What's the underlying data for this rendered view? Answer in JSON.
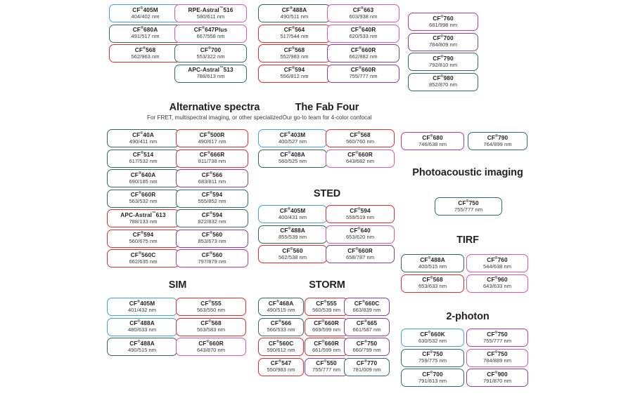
{
  "colors": {
    "blue": "#3fa4de",
    "green": "#2d6b52",
    "red": "#e32b2b",
    "pink": "#e8539e",
    "magenta": "#c0389b",
    "purple": "#8a3d9e",
    "teal": "#2f6b6b",
    "slate": "#4a5a7a",
    "text": "#231f20"
  },
  "sections": [
    {
      "id": "top-col-1",
      "title": "",
      "subtitle": "",
      "chips": [
        {
          "name": "CF",
          "reg": "®",
          "suffix": "405M",
          "spec": "404/402 nm",
          "color": "blue"
        },
        {
          "name": "CF",
          "reg": "®",
          "suffix": "680A",
          "spec": "491/517 nm",
          "color": "green"
        },
        {
          "name": "CF",
          "reg": "®",
          "suffix": "568",
          "spec": "562/963 nm",
          "color": "red"
        }
      ]
    },
    {
      "id": "top-col-2",
      "chips": [
        {
          "name": "RPE-Astral",
          "reg": "™",
          "suffix": "516",
          "spec": "580/611 nm",
          "color": "pink"
        },
        {
          "name": "CF",
          "reg": "®",
          "suffix": "647Plus",
          "spec": "667/558 nm",
          "color": "pink"
        },
        {
          "name": "CF",
          "reg": "®",
          "suffix": "700",
          "spec": "553/322 nm",
          "color": "teal"
        },
        {
          "name": "APC-Astral",
          "reg": "™",
          "suffix": "513",
          "spec": "788/613 nm",
          "color": "teal"
        }
      ]
    },
    {
      "id": "top-col-3",
      "chips": [
        {
          "name": "CF",
          "reg": "®",
          "suffix": "488A",
          "spec": "490/511 nm",
          "color": "green"
        },
        {
          "name": "CF",
          "reg": "®",
          "suffix": "564",
          "spec": "517/544 nm",
          "color": "red"
        },
        {
          "name": "CF",
          "reg": "®",
          "suffix": "568",
          "spec": "552/983 nm",
          "color": "red"
        },
        {
          "name": "CF",
          "reg": "®",
          "suffix": "594",
          "spec": "556/812 nm",
          "color": "red"
        }
      ]
    },
    {
      "id": "top-col-4",
      "chips": [
        {
          "name": "CF",
          "reg": "®",
          "suffix": "663",
          "spec": "603/938 nm",
          "color": "pink"
        },
        {
          "name": "CF",
          "reg": "®",
          "suffix": "640R",
          "spec": "620/533 nm",
          "color": "pink"
        },
        {
          "name": "CF",
          "reg": "®",
          "suffix": "660R",
          "spec": "662/882 nm",
          "color": "purple"
        },
        {
          "name": "CF",
          "reg": "®",
          "suffix": "660R",
          "spec": "755/777 nm",
          "color": "purple"
        }
      ]
    },
    {
      "id": "top-col-5",
      "chips": [
        {
          "name": "CF",
          "reg": "®",
          "suffix": "760",
          "spec": "681/998 nm",
          "color": "magenta"
        },
        {
          "name": "CF",
          "reg": "®",
          "suffix": "700",
          "spec": "784/809 nm",
          "color": "purple"
        },
        {
          "name": "CF",
          "reg": "®",
          "suffix": "790",
          "spec": "792/810 nm",
          "color": "teal"
        },
        {
          "name": "CF",
          "reg": "®",
          "suffix": "980",
          "spec": "852/870 nm",
          "color": "teal"
        }
      ]
    },
    {
      "id": "alternative-spectra",
      "title": "Alternative spectra",
      "subtitle": "For FRET, multispectral imaging, or other specialized",
      "chips_left": [
        {
          "name": "CF",
          "reg": "®",
          "suffix": "40A",
          "spec": "490/411 nm",
          "color": "green"
        },
        {
          "name": "CF",
          "reg": "®",
          "suffix": "514",
          "spec": "617/532 nm",
          "color": "green"
        },
        {
          "name": "CF",
          "reg": "®",
          "suffix": "640A",
          "spec": "690/185 nm",
          "color": "green"
        },
        {
          "name": "CF",
          "reg": "®",
          "suffix": "660R",
          "spec": "563/532 nm",
          "color": "green"
        },
        {
          "name": "APC-Astral",
          "reg": "™",
          "suffix": "613",
          "spec": "788/133 nm",
          "color": "red"
        },
        {
          "name": "CF",
          "reg": "®",
          "suffix": "594",
          "spec": "560/675 nm",
          "color": "red"
        },
        {
          "name": "CF",
          "reg": "®",
          "suffix": "560C",
          "spec": "662/635 nm",
          "color": "red"
        }
      ],
      "chips_right": [
        {
          "name": "CF",
          "reg": "®",
          "suffix": "500R",
          "spec": "490/617 nm",
          "color": "red"
        },
        {
          "name": "CF",
          "reg": "®",
          "suffix": "666R",
          "spec": "811/738 nm",
          "color": "red"
        },
        {
          "name": "CF",
          "reg": "®",
          "suffix": "566",
          "spec": "683/811 nm",
          "color": "purple"
        },
        {
          "name": "CF",
          "reg": "®",
          "suffix": "594",
          "spec": "555/852 nm",
          "color": "teal"
        },
        {
          "name": "CF",
          "reg": "®",
          "suffix": "594",
          "spec": "822/832 nm",
          "color": "teal"
        },
        {
          "name": "CF",
          "reg": "®",
          "suffix": "560",
          "spec": "853/673 nm",
          "color": "purple"
        },
        {
          "name": "CF",
          "reg": "®",
          "suffix": "560",
          "spec": "797/879 nm",
          "color": "magenta"
        }
      ]
    },
    {
      "id": "fab-four",
      "title": "The Fab Four",
      "subtitle": "Our go-to team for 4-color confocal",
      "chips_left": [
        {
          "name": "CF",
          "reg": "®",
          "suffix": "403M",
          "spec": "400/527 nm",
          "color": "blue"
        },
        {
          "name": "CF",
          "reg": "®",
          "suffix": "408A",
          "spec": "560/525 nm",
          "color": "green"
        }
      ],
      "chips_right": [
        {
          "name": "CF",
          "reg": "®",
          "suffix": "568",
          "spec": "560/760 nm",
          "color": "red"
        },
        {
          "name": "CF",
          "reg": "®",
          "suffix": "660R",
          "spec": "643/682 nm",
          "color": "pink"
        }
      ]
    },
    {
      "id": "sted",
      "title": "STED",
      "subtitle": "",
      "chips_left": [
        {
          "name": "CF",
          "reg": "®",
          "suffix": "405M",
          "spec": "400/431 nm",
          "color": "blue"
        },
        {
          "name": "CF",
          "reg": "®",
          "suffix": "488A",
          "spec": "855/539 nm",
          "color": "green"
        },
        {
          "name": "CF",
          "reg": "®",
          "suffix": "560",
          "spec": "562/538 nm",
          "color": "red"
        }
      ],
      "chips_right": [
        {
          "name": "CF",
          "reg": "®",
          "suffix": "594",
          "spec": "559/519 nm",
          "color": "red"
        },
        {
          "name": "CF",
          "reg": "®",
          "suffix": "640",
          "spec": "653/620 nm",
          "color": "pink"
        },
        {
          "name": "CF",
          "reg": "®",
          "suffix": "660R",
          "spec": "658/787 nm",
          "color": "purple"
        }
      ]
    },
    {
      "id": "sim",
      "title": "SIM",
      "subtitle": "",
      "chips_left": [
        {
          "name": "CF",
          "reg": "®",
          "suffix": "405M",
          "spec": "401/432 nm",
          "color": "blue"
        },
        {
          "name": "CF",
          "reg": "®",
          "suffix": "488A",
          "spec": "480/633 nm",
          "color": "blue"
        },
        {
          "name": "CF",
          "reg": "®",
          "suffix": "488A",
          "spec": "490/515 nm",
          "color": "green"
        }
      ],
      "chips_right": [
        {
          "name": "CF",
          "reg": "®",
          "suffix": "555",
          "spec": "563/550 nm",
          "color": "red"
        },
        {
          "name": "CF",
          "reg": "®",
          "suffix": "568",
          "spec": "563/583 nm",
          "color": "red"
        },
        {
          "name": "CF",
          "reg": "®",
          "suffix": "660R",
          "spec": "643/870 nm",
          "color": "pink"
        }
      ]
    },
    {
      "id": "storm",
      "title": "STORM",
      "subtitle": "",
      "chips_c1": [
        {
          "name": "CF",
          "reg": "®",
          "suffix": "468A",
          "spec": "490/515 nm",
          "color": "green"
        },
        {
          "name": "CF",
          "reg": "®",
          "suffix": "566",
          "spec": "566/533 nm",
          "color": "teal"
        },
        {
          "name": "CF",
          "reg": "®",
          "suffix": "560C",
          "spec": "590/612 nm",
          "color": "red"
        },
        {
          "name": "CF",
          "reg": "®",
          "suffix": "547",
          "spec": "550/983 nm",
          "color": "red"
        }
      ],
      "chips_c2": [
        {
          "name": "CF",
          "reg": "®",
          "suffix": "555",
          "spec": "560/539 nm",
          "color": "red"
        },
        {
          "name": "CF",
          "reg": "®",
          "suffix": "660R",
          "spec": "669/599 nm",
          "color": "red"
        },
        {
          "name": "CF",
          "reg": "®",
          "suffix": "660R",
          "spec": "661/599 nm",
          "color": "red"
        },
        {
          "name": "CF",
          "reg": "®",
          "suffix": "550",
          "spec": "755/777 nm",
          "color": "purple"
        }
      ],
      "chips_c3": [
        {
          "name": "CF",
          "reg": "®",
          "suffix": "660C",
          "spec": "663/839 nm",
          "color": "purple"
        },
        {
          "name": "CF",
          "reg": "®",
          "suffix": "665",
          "spec": "661/587 nm",
          "color": "purple"
        },
        {
          "name": "CF",
          "reg": "®",
          "suffix": "750",
          "spec": "660/799 nm",
          "color": "purple"
        },
        {
          "name": "CF",
          "reg": "®",
          "suffix": "770",
          "spec": "781/009 nm",
          "color": "teal"
        }
      ]
    },
    {
      "id": "pair-680-790",
      "chips": [
        {
          "name": "CF",
          "reg": "®",
          "suffix": "680",
          "spec": "746/638 nm",
          "color": "magenta"
        },
        {
          "name": "CF",
          "reg": "®",
          "suffix": "790",
          "spec": "764/899 nm",
          "color": "teal"
        }
      ]
    },
    {
      "id": "photoacoustic",
      "title": "Photoacoustic imaging",
      "subtitle": "",
      "chips": [
        {
          "name": "CF",
          "reg": "®",
          "suffix": "750",
          "spec": "755/777 nm",
          "color": "teal"
        }
      ]
    },
    {
      "id": "tirf",
      "title": "TIRF",
      "subtitle": "",
      "chips_left": [
        {
          "name": "CF",
          "reg": "®",
          "suffix": "488A",
          "spec": "400/515 nm",
          "color": "green"
        },
        {
          "name": "CF",
          "reg": "®",
          "suffix": "568",
          "spec": "653/633 nm",
          "color": "red"
        }
      ],
      "chips_right": [
        {
          "name": "CF",
          "reg": "®",
          "suffix": "760",
          "spec": "544/638 nm",
          "color": "pink"
        },
        {
          "name": "CF",
          "reg": "®",
          "suffix": "960",
          "spec": "643/633 nm",
          "color": "pink"
        }
      ]
    },
    {
      "id": "two-photon",
      "title": "2-photon",
      "subtitle": "",
      "chips_left": [
        {
          "name": "CF",
          "reg": "®",
          "suffix": "660K",
          "spec": "630/532 nm",
          "color": "blue"
        },
        {
          "name": "CF",
          "reg": "®",
          "suffix": "750",
          "spec": "759/775 nm",
          "color": "teal"
        },
        {
          "name": "CF",
          "reg": "®",
          "suffix": "700",
          "spec": "791/813 nm",
          "color": "teal"
        }
      ],
      "chips_right": [
        {
          "name": "CF",
          "reg": "®",
          "suffix": "750",
          "spec": "755/777 nm",
          "color": "magenta"
        },
        {
          "name": "CF",
          "reg": "®",
          "suffix": "750",
          "spec": "784/889 nm",
          "color": "pink"
        },
        {
          "name": "CF",
          "reg": "®",
          "suffix": "900",
          "spec": "791/870 nm",
          "color": "purple"
        }
      ]
    }
  ]
}
